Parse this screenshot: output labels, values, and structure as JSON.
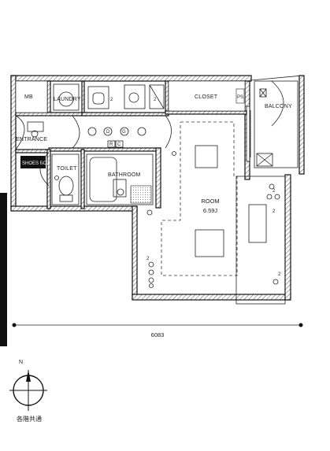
{
  "rooms": {
    "mb": "MB",
    "laundry": "LAUNDRY",
    "closet": "CLOSET",
    "ps": "PS",
    "balcony": "BALCONY",
    "entrance": "ENTRANCE",
    "shoes_box": "SHOES BOX",
    "toilet": "TOILET",
    "bathroom": "BATHROOM",
    "room": "ROOM",
    "room_size": "6.59J"
  },
  "switch_labels": {
    "r": "R",
    "c": "C"
  },
  "outlet_marks": {
    "count_a": "2",
    "count_b": "2",
    "count_c": "2",
    "count_d": "2",
    "count_e": "2",
    "count_f": "2"
  },
  "dimension": {
    "width": "6083"
  },
  "compass": {
    "north": "N",
    "caption": "各階共通"
  },
  "colors": {
    "wall": "#111111",
    "background": "#ffffff",
    "hatch": "#555555"
  }
}
